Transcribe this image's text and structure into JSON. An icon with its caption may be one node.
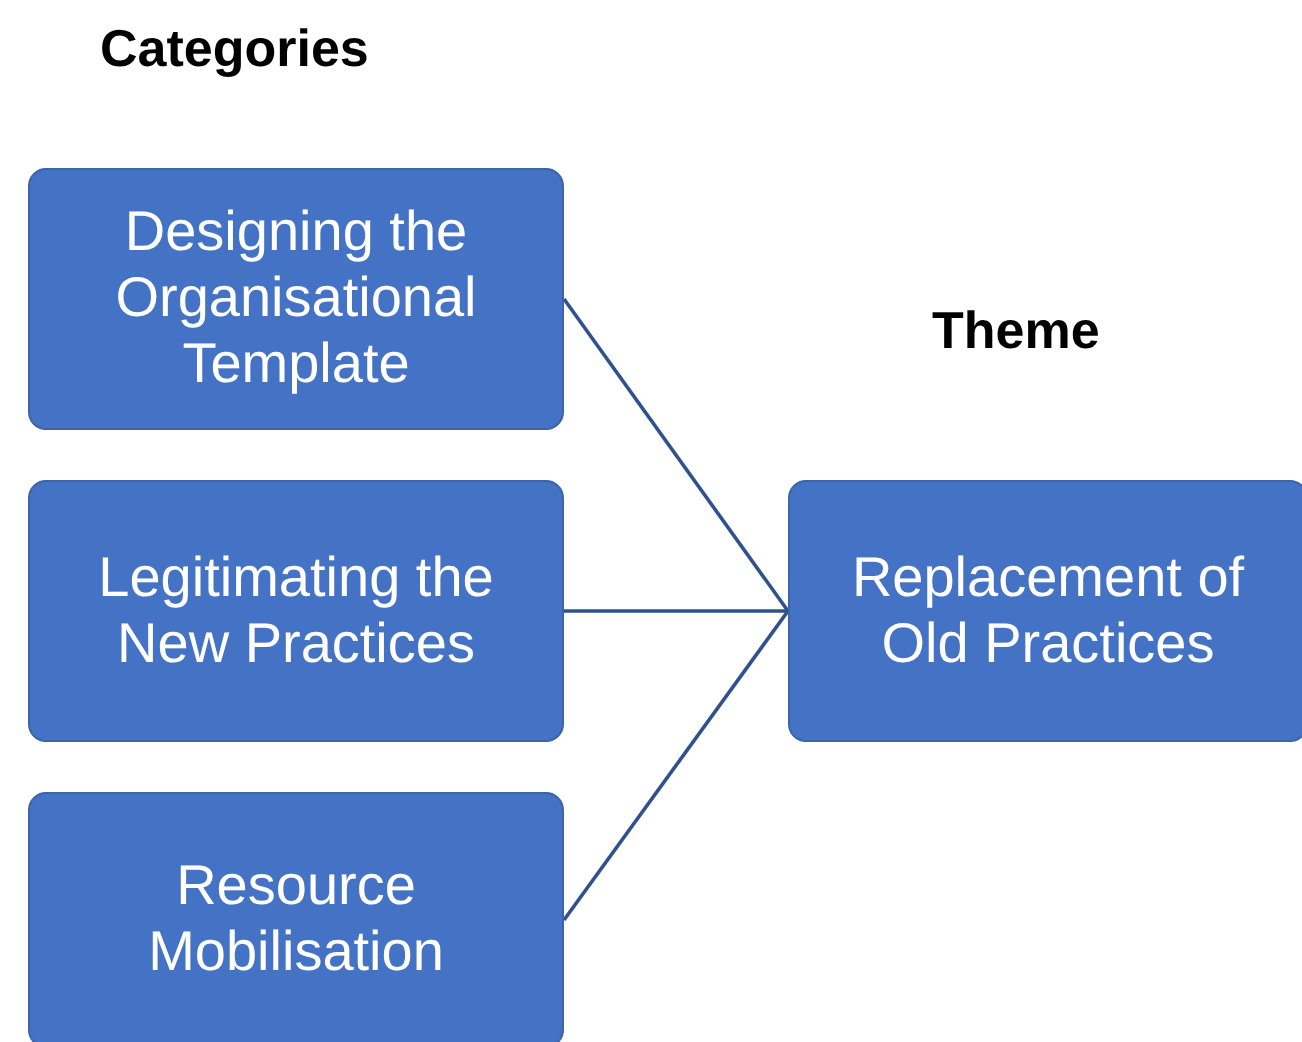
{
  "diagram": {
    "nodes": [
      {
        "text": [
          "Designing the Organisational Template"
        ]
      },
      {
        "text": [
          "Legitimating the New Practices"
        ]
      },
      {
        "text": [
          "Resource Mobilisation"
        ]
      },
      {
        "text": [
          "Replacement of Old Practices"
        ]
      }
    ],
    "edges": [
      {
        "from": 0,
        "to": 3,
        "arrow": "none"
      },
      {
        "from": 1,
        "to": 3,
        "arrow": "none"
      },
      {
        "from": 2,
        "to": 3,
        "arrow": "none"
      }
    ],
    "labels": [
      "Categories",
      "Theme"
    ]
  }
}
